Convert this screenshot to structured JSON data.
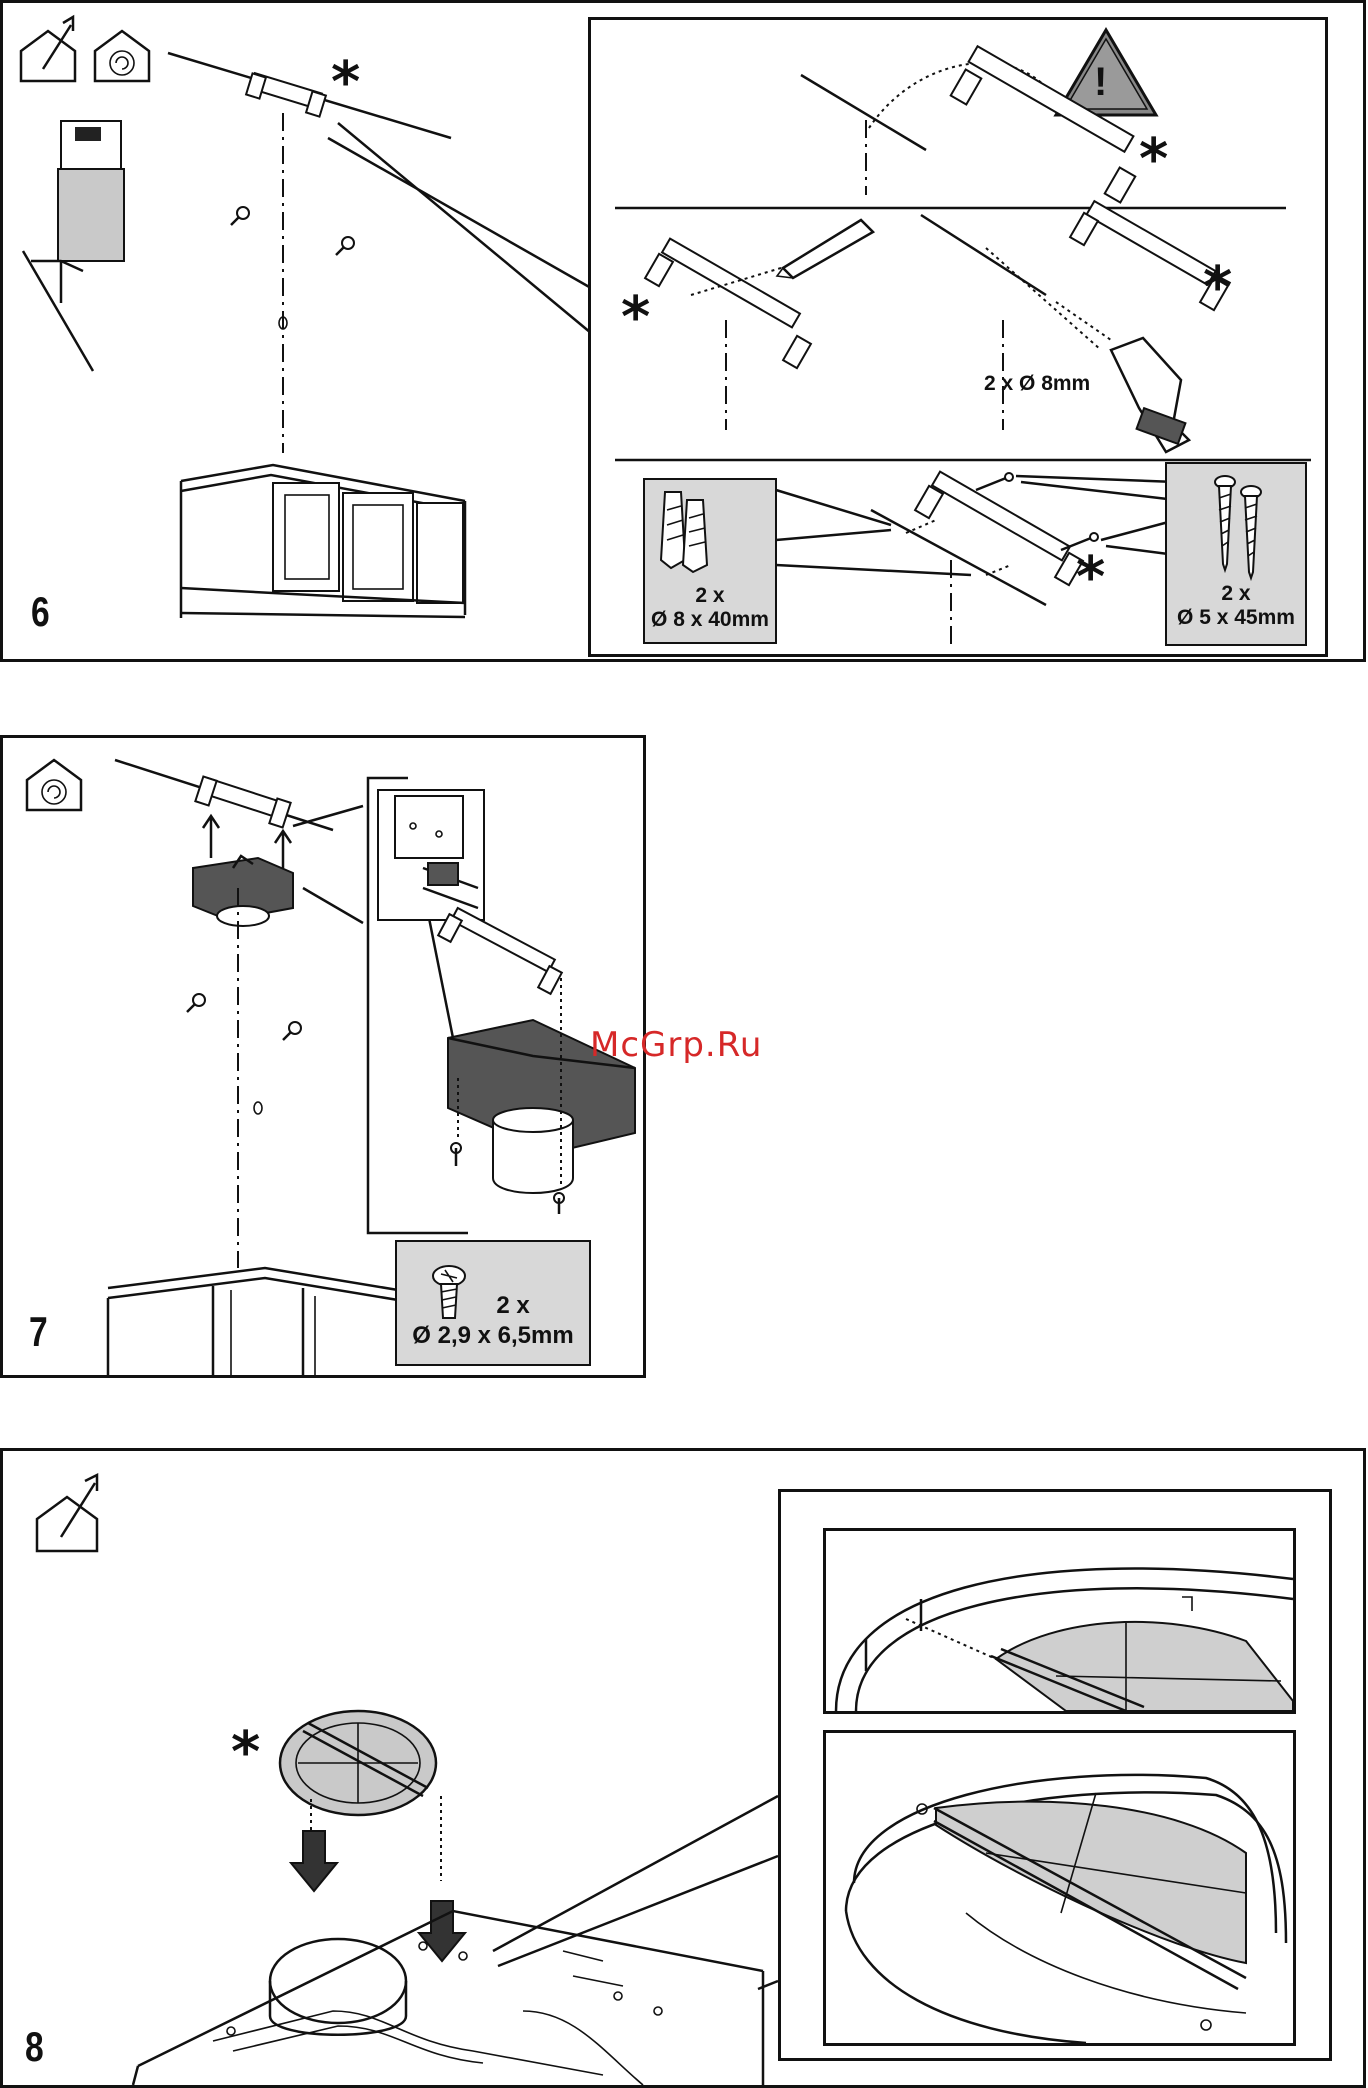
{
  "steps": {
    "step6": {
      "number": "6",
      "drill_label": "2 x Ø 8mm",
      "plugs": {
        "qty": "2 x",
        "size": "Ø 8 x 40mm"
      },
      "screws": {
        "qty": "2 x",
        "size": "Ø 5 x 45mm"
      },
      "asterisk": "*",
      "warning_symbol": "!"
    },
    "step7": {
      "number": "7",
      "screw": {
        "qty": "2 x",
        "size": "Ø 2,9 x 6,5mm"
      }
    },
    "step8": {
      "number": "8",
      "asterisk": "*"
    }
  },
  "watermark": "McGrp.Ru",
  "icons": {
    "chimney_ducted": "house-with-arrow-icon",
    "recirculation": "house-with-spiral-icon",
    "warning": "warning-triangle-icon"
  }
}
